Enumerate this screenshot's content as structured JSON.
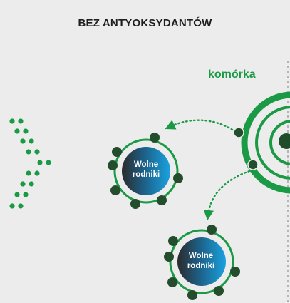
{
  "title": "BEZ ANTYOKSYDANTÓW",
  "cell": {
    "label": "komórka"
  },
  "radicals": [
    {
      "label_line1": "Wolne",
      "label_line2": "rodniki"
    },
    {
      "label_line1": "Wolne",
      "label_line2": "rodniki"
    }
  ],
  "colors": {
    "green": "#1a9a45",
    "dark_green": "#1f4d2a",
    "electron": "#234d2c",
    "gradient_dark": "#2a2a2a",
    "gradient_blue": "#1a9ad8",
    "divider": "#b8b8b8",
    "background": "#ececec"
  },
  "icons": {
    "chevron": "dotted-chevron-right-icon",
    "arrow": "dotted-arrow-icon"
  }
}
